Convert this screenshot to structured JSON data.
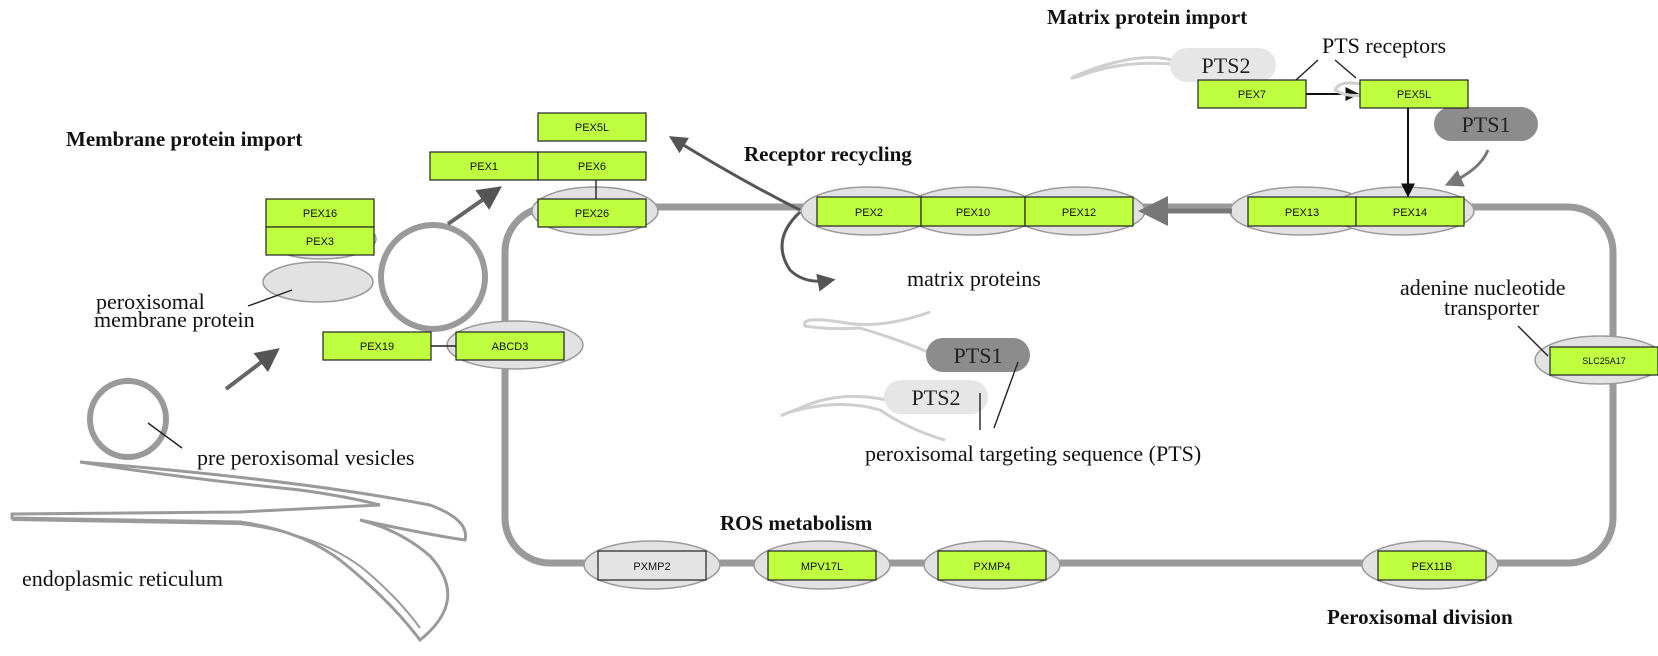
{
  "sections": {
    "membrane_import": "Membrane protein import",
    "receptor_recycling": "Receptor recycling",
    "matrix_import": "Matrix protein import",
    "ros_metabolism": "ROS metabolism",
    "peroxisomal_division": "Peroxisomal division"
  },
  "labels": {
    "pts_receptors": "PTS receptors",
    "matrix_proteins": "matrix proteins",
    "pts_sequence": "peroxisomal targeting sequence (PTS)",
    "adenine_line1": "adenine  nucleotide",
    "adenine_line2": "transporter",
    "pmp_line1": "peroxisomal",
    "pmp_line2": "membrane protein",
    "pre_vesicles": "pre peroxisomal vesicles",
    "er": "endoplasmic reticulum"
  },
  "pts_tags": {
    "pts2_top": "PTS2",
    "pts1_top": "PTS1",
    "pts1_mid": "PTS1",
    "pts2_mid": "PTS2"
  },
  "genes": {
    "pex16": "PEX16",
    "pex3": "PEX3",
    "pex5l_a": "PEX5L",
    "pex1": "PEX1",
    "pex6": "PEX6",
    "pex26": "PEX26",
    "pex19": "PEX19",
    "abcd3": "ABCD3",
    "pex2": "PEX2",
    "pex10": "PEX10",
    "pex12": "PEX12",
    "pex13": "PEX13",
    "pex14": "PEX14",
    "pex7": "PEX7",
    "pex5l_b": "PEX5L",
    "slc25a17": "SLC25A17",
    "pxmp2": "PXMP2",
    "mpv17l": "MPV17L",
    "pxmp4": "PXMP4",
    "pex11b": "PEX11B"
  },
  "colors": {
    "gene_found": "#bfff3f",
    "gene_absent": "#e4e4e4",
    "membrane": "#9a9a9a",
    "pts1_fill": "#8c8c8c",
    "pts2_fill": "#e6e6e6"
  }
}
